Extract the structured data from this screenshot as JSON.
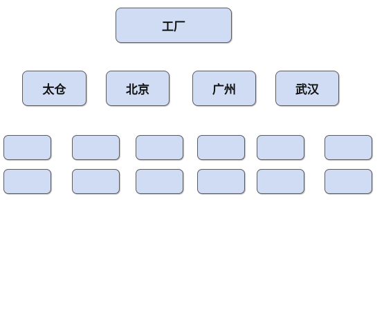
{
  "diagram": {
    "root": {
      "label": "工厂"
    },
    "branches": [
      {
        "label": "太仓"
      },
      {
        "label": "北京"
      },
      {
        "label": "广州"
      },
      {
        "label": "武汉"
      }
    ],
    "empty_box_rows": 2,
    "empty_boxes_per_row": 6,
    "colors": {
      "box_fill": "#cfdcf3",
      "box_border": "#5b5b5b",
      "text": "#111111",
      "background": "#ffffff"
    }
  }
}
